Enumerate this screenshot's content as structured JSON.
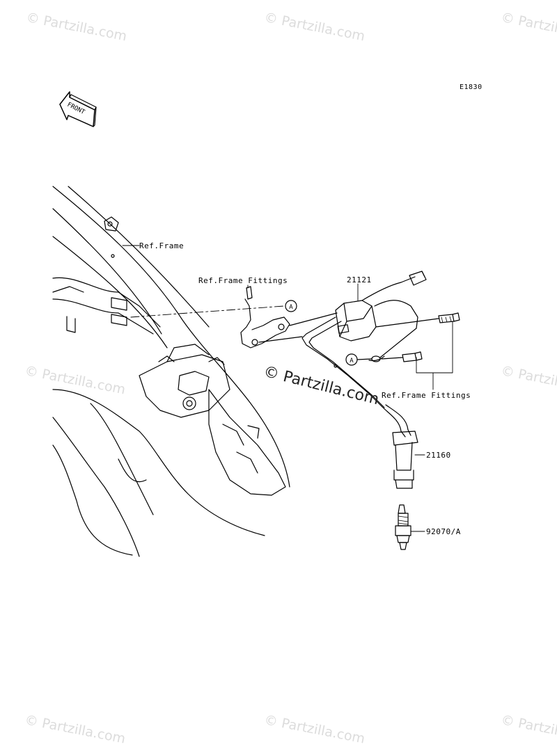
{
  "diagram": {
    "code": "E1830",
    "front_badge": "FRONT",
    "labels": {
      "ref_frame": "Ref.Frame",
      "ref_frame_fittings_top": "Ref.Frame Fittings",
      "ref_frame_fittings_right": "Ref.Frame Fittings",
      "part_ignition_coil": "21121",
      "part_plug_cap": "21160",
      "part_spark_plug": "92070/A",
      "callout_a_1": "A",
      "callout_a_2": "A"
    }
  },
  "watermark": {
    "text": "© Partzilla.com",
    "center_text": "© Partzilla.com",
    "color": "#dcdcdc"
  }
}
